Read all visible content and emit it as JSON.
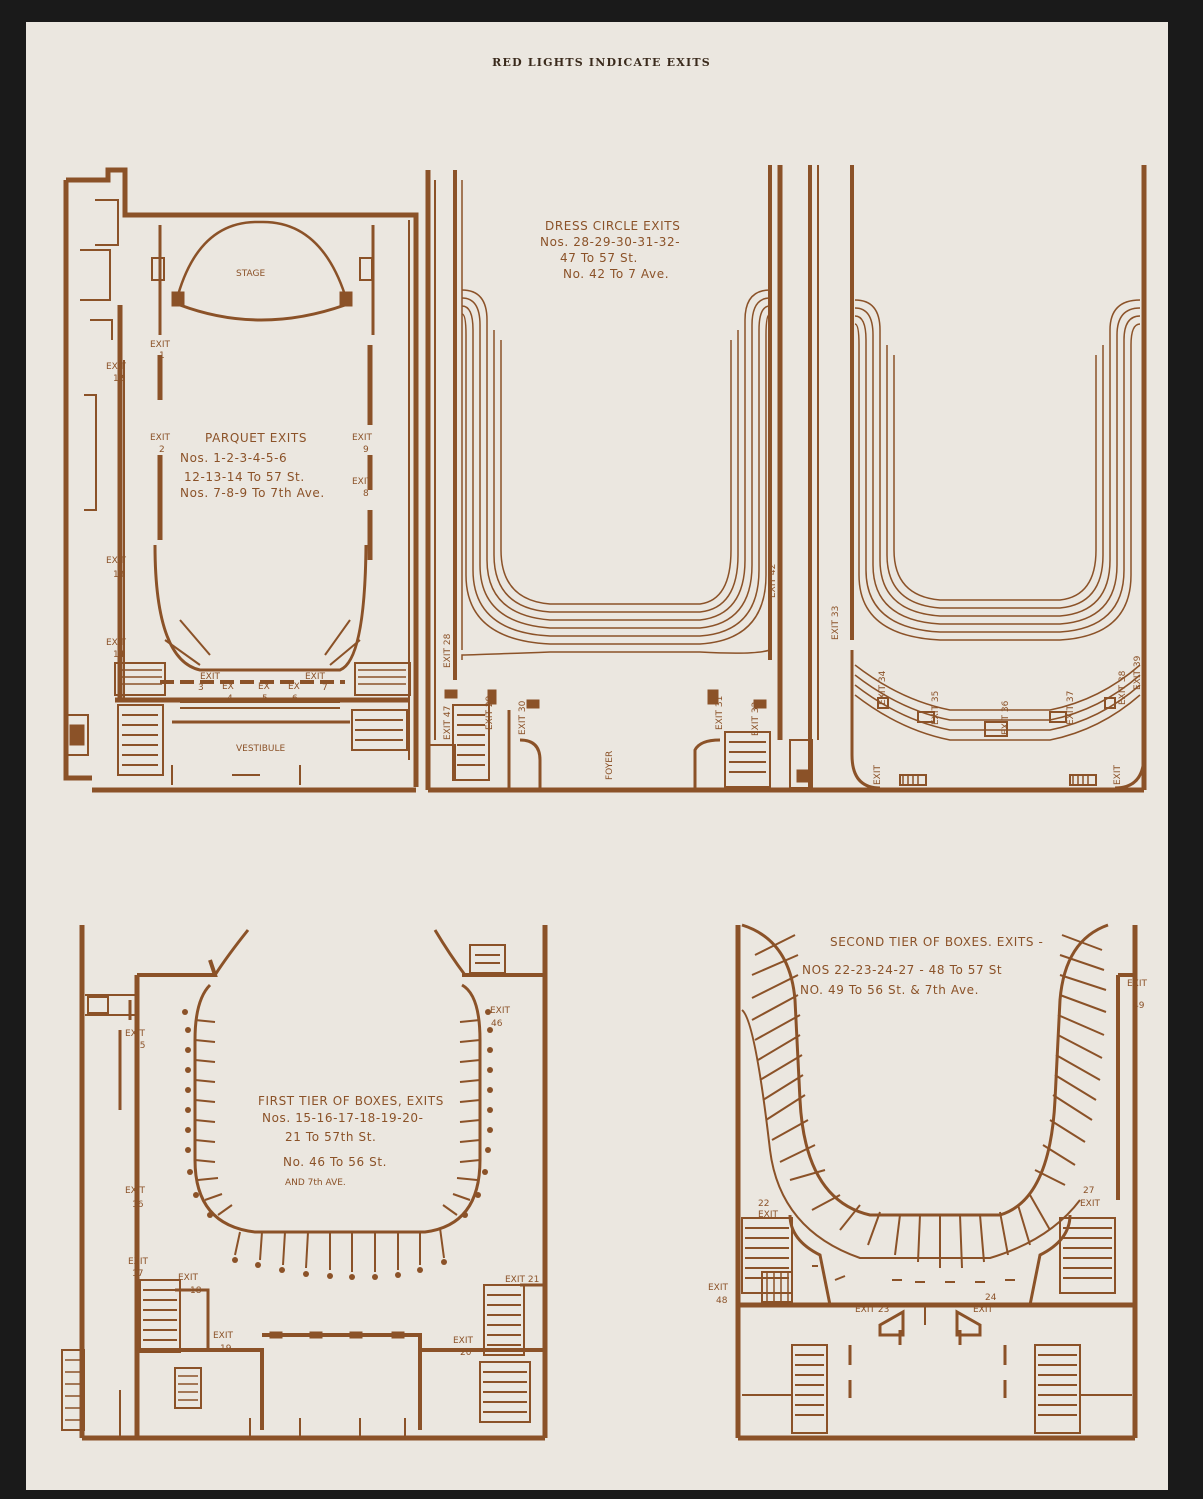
{
  "header": {
    "title": "RED LIGHTS INDICATE EXITS"
  },
  "colors": {
    "ink": "#8b5228",
    "paper": "#ebe7e0",
    "background": "#1a1a1a"
  },
  "parquet": {
    "stage": "STAGE",
    "vestibule": "VESTIBULE",
    "notes": [
      "PARQUET EXITS",
      "Nos. 1-2-3-4-5-6",
      "12-13-14 To 57 St.",
      "Nos. 7-8-9 To 7th Ave."
    ],
    "exits": {
      "e1": [
        "EXIT",
        "1"
      ],
      "e2": [
        "EXIT",
        "2"
      ],
      "e9": [
        "EXIT",
        "9"
      ],
      "e8": [
        "EXIT",
        "8"
      ],
      "e12": [
        "EXIT",
        "12"
      ],
      "e13": [
        "EXIT",
        "13"
      ],
      "e14": [
        "EXIT",
        "14"
      ],
      "e3": [
        "EXIT",
        "3"
      ],
      "e4": [
        "EX",
        "4"
      ],
      "e5": [
        "EX",
        "5"
      ],
      "e6": [
        "EX",
        "6"
      ],
      "e7": [
        "EXIT",
        "7"
      ]
    }
  },
  "dress_circle": {
    "notes": [
      "DRESS CIRCLE EXITS",
      "Nos. 28-29-30-31-32-",
      "47 To 57 St.",
      "No. 42 To 7 Ave."
    ],
    "foyer": "FOYER",
    "exits": {
      "e28": "EXIT 28",
      "e42": "EXIT 42",
      "e47": "EXIT 47",
      "e29": "EXIT 29",
      "e30": "EXIT 30",
      "e31": "EXIT 31",
      "e32": "EXIT 32",
      "e33": "EXIT 33",
      "e34": "EXIT 34",
      "e35": "EXIT 35",
      "e36": "EXIT 36",
      "e37": "EXIT 37",
      "e38": "EXIT 38",
      "e39": "EXIT 39",
      "e_left": "EXIT",
      "e_right": "EXIT"
    }
  },
  "first_tier": {
    "notes": [
      "FIRST TIER OF BOXES, EXITS",
      "Nos. 15-16-17-18-19-20-",
      "21 To 57th St.",
      "No. 46 To 56 St.",
      "AND 7th AVE."
    ],
    "exits": {
      "e15": [
        "EXIT",
        "15"
      ],
      "e16": [
        "EXIT",
        "16"
      ],
      "e17": [
        "EXIT",
        "17"
      ],
      "e18": [
        "EXIT",
        "18"
      ],
      "e19": [
        "EXIT",
        "19"
      ],
      "e20": [
        "EXIT",
        "20"
      ],
      "e21": [
        "EXIT 21"
      ],
      "e46": [
        "EXIT",
        "46"
      ]
    }
  },
  "second_tier": {
    "notes": [
      "SECOND TIER OF BOXES. EXITS -",
      "NOS 22-23-24-27 - 48 To 57 St",
      "NO. 49 To 56 St. & 7th Ave."
    ],
    "exits": {
      "e22": [
        "22",
        "EXIT"
      ],
      "e27": [
        "27",
        "EXIT"
      ],
      "e48": [
        "EXIT",
        "48"
      ],
      "e49": [
        "EXIT",
        "49"
      ],
      "e23": [
        "EXIT 23"
      ],
      "e24": [
        "24",
        "EXIT"
      ]
    }
  }
}
